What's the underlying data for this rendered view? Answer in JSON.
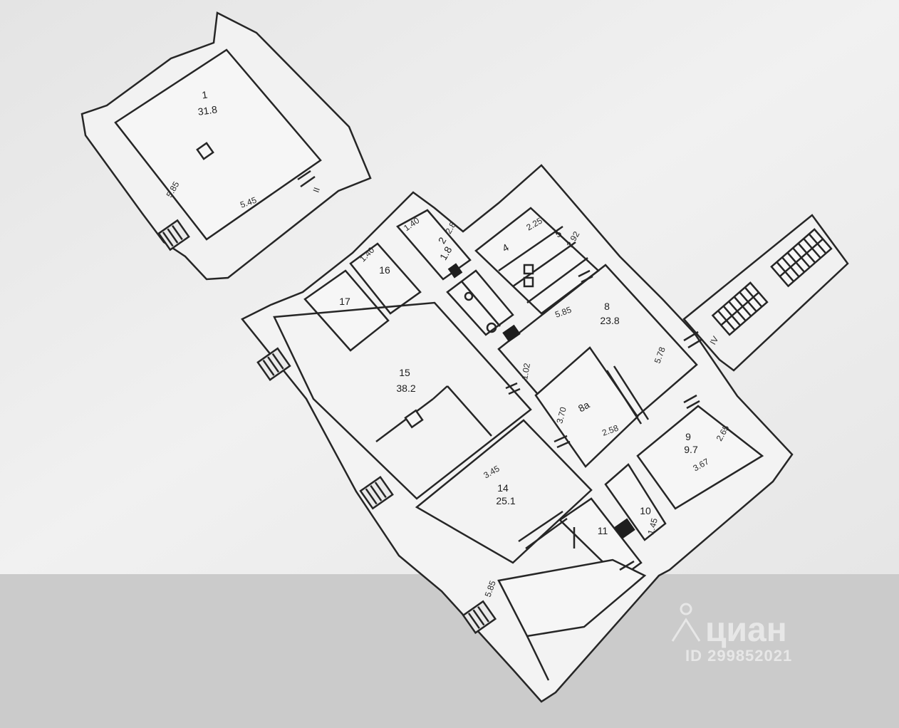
{
  "plan": {
    "rooms": [
      {
        "id": "r1",
        "number": "1",
        "area": "31.8"
      },
      {
        "id": "r2",
        "number": "2",
        "area": "1.8"
      },
      {
        "id": "r4",
        "number": "4",
        "area": ""
      },
      {
        "id": "r5",
        "number": "5",
        "area": ""
      },
      {
        "id": "r8",
        "number": "8",
        "area": "23.8"
      },
      {
        "id": "r8a",
        "number": "8a",
        "area": ""
      },
      {
        "id": "r9",
        "number": "9",
        "area": "9.7"
      },
      {
        "id": "r10",
        "number": "10",
        "area": ""
      },
      {
        "id": "r11",
        "number": "11",
        "area": ""
      },
      {
        "id": "r14",
        "number": "14",
        "area": "25.1"
      },
      {
        "id": "r15",
        "number": "15",
        "area": "38.2"
      },
      {
        "id": "r16",
        "number": "16",
        "area": ""
      },
      {
        "id": "r17",
        "number": "17",
        "area": ""
      }
    ],
    "dimensions": [
      "5.85",
      "5.45",
      "1.40",
      "2.8",
      "2.25",
      "2.92",
      "1.40",
      "5.85",
      "5.78",
      "1.02",
      "3.70",
      "2.58",
      "2.65",
      "3.67",
      "3.45",
      "1.45",
      "5.85"
    ],
    "marks": [
      "II",
      "IV"
    ]
  },
  "watermark": {
    "brand": "циан",
    "id_text": "ID 299852021"
  }
}
